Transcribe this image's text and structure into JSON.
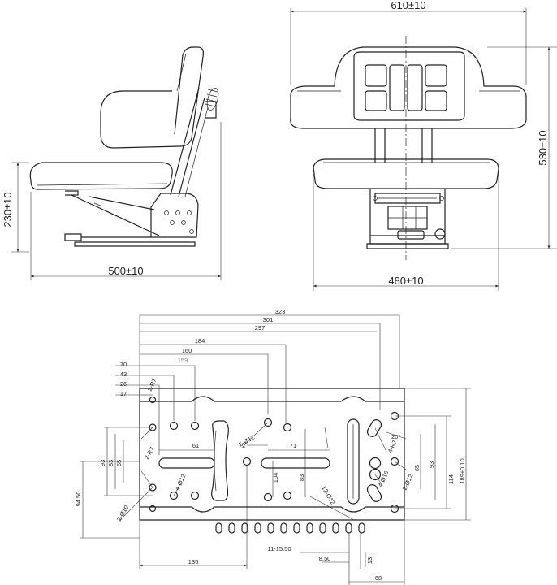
{
  "views": {
    "side": {
      "width_label": "500±10",
      "height_label": "230±10"
    },
    "front": {
      "width_top_label": "610±10",
      "width_bottom_label": "480±10",
      "height_label": "530±10"
    },
    "base_plate": {
      "top_dims": [
        "323",
        "301",
        "297",
        "184",
        "160",
        "159",
        "70",
        "43",
        "26",
        "17"
      ],
      "left_dims": [
        "93",
        "83",
        "65",
        "94.50"
      ],
      "right_dims": [
        "65",
        "93",
        "114",
        "189±0.10"
      ],
      "inner_dims": [
        "61",
        "72",
        "71",
        "104",
        "83"
      ],
      "hole_callouts": [
        "2-R7",
        "2-R7",
        "4-R7",
        "5-Ø12",
        "4-Ø12",
        "2-Ø10",
        "2-Ø12",
        "4-Ø16",
        "12-Ø12",
        "20°"
      ],
      "bottom_dims": [
        "135",
        "11-15.50",
        "8.50",
        "13",
        "68"
      ]
    }
  }
}
